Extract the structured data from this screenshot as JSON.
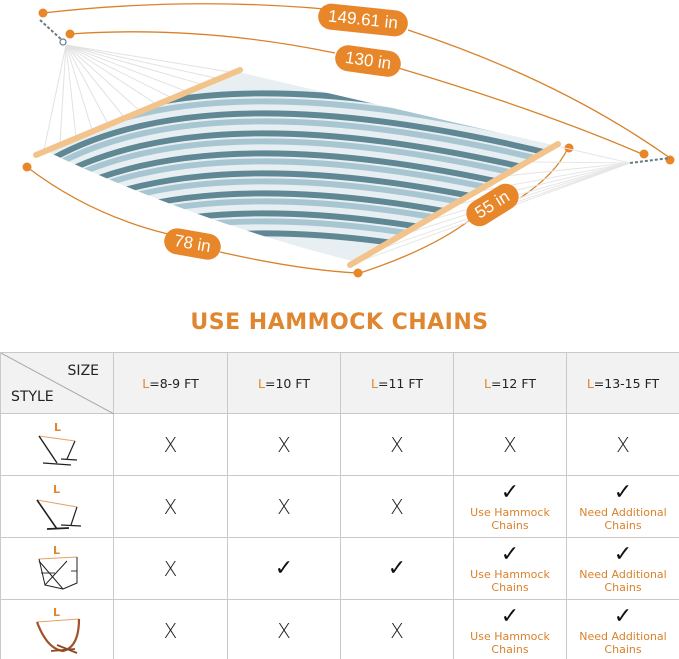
{
  "hero": {
    "product": "hammock",
    "fabric_colors": [
      "#5f8794",
      "#a8c6d2",
      "#e8eff2"
    ],
    "spreader_bar_color": "#f2c48c",
    "accent_color": "#e8862a",
    "dimensions": {
      "total_length": "149.61 in",
      "bed_length": "130 in",
      "bed_side": "78 in",
      "width": "55 in"
    }
  },
  "title": "USE HAMMOCK CHAINS",
  "table": {
    "corner": {
      "size_label": "SIZE",
      "style_label": "STYLE"
    },
    "columns": [
      {
        "prefix": "L",
        "rest": "=8-9 FT"
      },
      {
        "prefix": "L",
        "rest": "=10 FT"
      },
      {
        "prefix": "L",
        "rest": "=11 FT"
      },
      {
        "prefix": "L",
        "rest": "=12 FT"
      },
      {
        "prefix": "L",
        "rest": "=13-15 FT"
      }
    ],
    "rows": [
      {
        "style_icon": "stand-tall-a-frame",
        "style_label": "L",
        "cells": [
          {
            "mark": "X"
          },
          {
            "mark": "X"
          },
          {
            "mark": "X"
          },
          {
            "mark": "X"
          },
          {
            "mark": "X"
          }
        ]
      },
      {
        "style_icon": "stand-a-frame",
        "style_label": "L",
        "cells": [
          {
            "mark": "X"
          },
          {
            "mark": "X"
          },
          {
            "mark": "X"
          },
          {
            "mark": "✓",
            "note1": "Use Hammock",
            "note2": "Chains",
            "highlight": true
          },
          {
            "mark": "✓",
            "note1": "Need Additional",
            "note2": "Chains",
            "highlight": true
          }
        ]
      },
      {
        "style_icon": "stand-space-saving-frame",
        "style_label": "L",
        "cells": [
          {
            "mark": "X"
          },
          {
            "mark": "✓",
            "highlight": true
          },
          {
            "mark": "✓",
            "highlight": true
          },
          {
            "mark": "✓",
            "note1": "Use Hammock",
            "note2": "Chains",
            "highlight": true
          },
          {
            "mark": "✓",
            "note1": "Need Additional",
            "note2": "Chains",
            "highlight": true
          }
        ]
      },
      {
        "style_icon": "stand-wooden-arc",
        "style_label": "L",
        "cells": [
          {
            "mark": "X"
          },
          {
            "mark": "X"
          },
          {
            "mark": "X"
          },
          {
            "mark": "✓",
            "note1": "Use Hammock",
            "note2": "Chains",
            "highlight": true
          },
          {
            "mark": "✓",
            "note1": "Need Additional",
            "note2": "Chains",
            "highlight": true
          }
        ]
      }
    ]
  }
}
